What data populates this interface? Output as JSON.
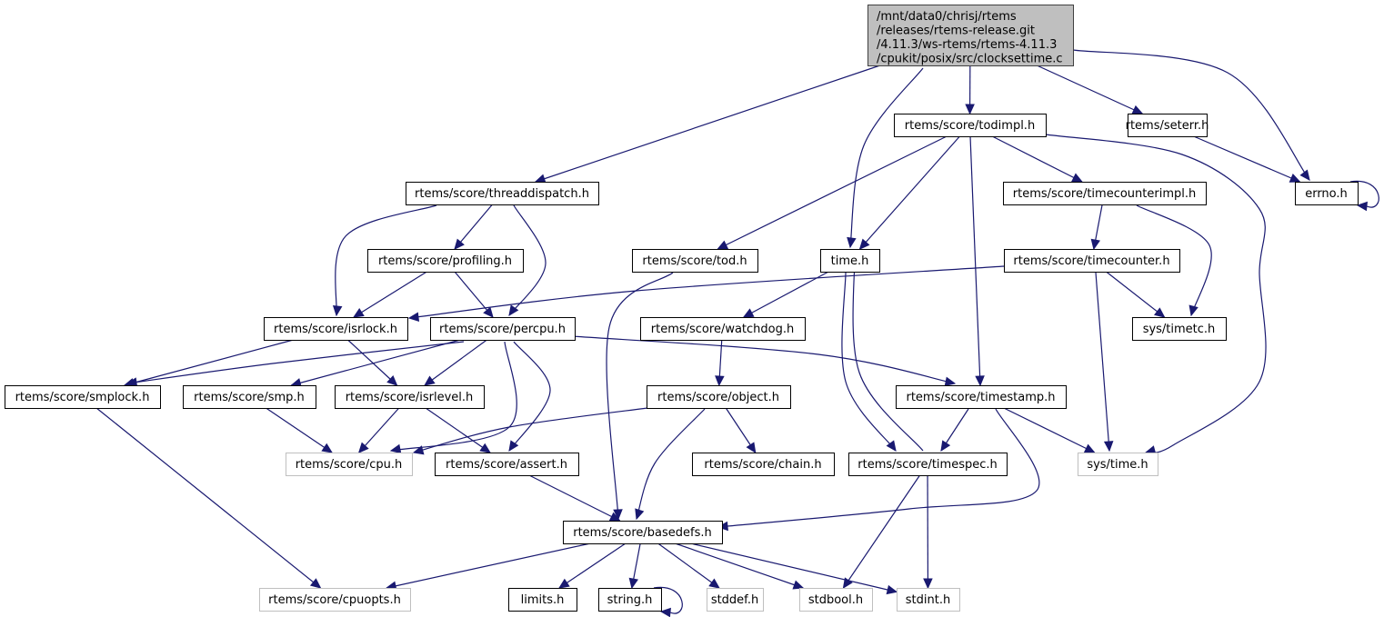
{
  "title": "Include dependency graph for clocksettime.c",
  "colors": {
    "edge": "#191970",
    "root_fill": "#bfbfbf",
    "external_border": "#bfbfbf",
    "node_border": "#000000"
  },
  "nodes": [
    {
      "id": "root",
      "label": [
        "/mnt/data0/chrisj/rtems",
        "/releases/rtems-release.git",
        "/4.11.3/ws-rtems/rtems-4.11.3",
        "/cpukit/posix/src/clocksettime.c"
      ],
      "kind": "root"
    },
    {
      "id": "threaddispatch",
      "label": [
        "rtems/score/threaddispatch.h"
      ],
      "kind": "normal"
    },
    {
      "id": "todimpl",
      "label": [
        "rtems/score/todimpl.h"
      ],
      "kind": "normal"
    },
    {
      "id": "seterr",
      "label": [
        "rtems/seterr.h"
      ],
      "kind": "normal"
    },
    {
      "id": "errno",
      "label": [
        "errno.h"
      ],
      "kind": "normal"
    },
    {
      "id": "timecounterimpl",
      "label": [
        "rtems/score/timecounterimpl.h"
      ],
      "kind": "normal"
    },
    {
      "id": "profiling",
      "label": [
        "rtems/score/profiling.h"
      ],
      "kind": "normal"
    },
    {
      "id": "tod",
      "label": [
        "rtems/score/tod.h"
      ],
      "kind": "normal"
    },
    {
      "id": "time",
      "label": [
        "time.h"
      ],
      "kind": "normal"
    },
    {
      "id": "timecounter",
      "label": [
        "rtems/score/timecounter.h"
      ],
      "kind": "normal"
    },
    {
      "id": "isrlock",
      "label": [
        "rtems/score/isrlock.h"
      ],
      "kind": "normal"
    },
    {
      "id": "percpu",
      "label": [
        "rtems/score/percpu.h"
      ],
      "kind": "normal"
    },
    {
      "id": "watchdog",
      "label": [
        "rtems/score/watchdog.h"
      ],
      "kind": "normal"
    },
    {
      "id": "timetc",
      "label": [
        "sys/timetc.h"
      ],
      "kind": "normal"
    },
    {
      "id": "smplock",
      "label": [
        "rtems/score/smplock.h"
      ],
      "kind": "normal"
    },
    {
      "id": "smp",
      "label": [
        "rtems/score/smp.h"
      ],
      "kind": "normal"
    },
    {
      "id": "isrlevel",
      "label": [
        "rtems/score/isrlevel.h"
      ],
      "kind": "normal"
    },
    {
      "id": "object",
      "label": [
        "rtems/score/object.h"
      ],
      "kind": "normal"
    },
    {
      "id": "timestamp",
      "label": [
        "rtems/score/timestamp.h"
      ],
      "kind": "normal"
    },
    {
      "id": "cpu",
      "label": [
        "rtems/score/cpu.h"
      ],
      "kind": "external"
    },
    {
      "id": "assert",
      "label": [
        "rtems/score/assert.h"
      ],
      "kind": "normal"
    },
    {
      "id": "chain",
      "label": [
        "rtems/score/chain.h"
      ],
      "kind": "normal"
    },
    {
      "id": "timespec",
      "label": [
        "rtems/score/timespec.h"
      ],
      "kind": "normal"
    },
    {
      "id": "systime",
      "label": [
        "sys/time.h"
      ],
      "kind": "external"
    },
    {
      "id": "basedefs",
      "label": [
        "rtems/score/basedefs.h"
      ],
      "kind": "normal"
    },
    {
      "id": "cpuopts",
      "label": [
        "rtems/score/cpuopts.h"
      ],
      "kind": "external"
    },
    {
      "id": "limits",
      "label": [
        "limits.h"
      ],
      "kind": "normal"
    },
    {
      "id": "string",
      "label": [
        "string.h"
      ],
      "kind": "normal"
    },
    {
      "id": "stddef",
      "label": [
        "stddef.h"
      ],
      "kind": "external"
    },
    {
      "id": "stdbool",
      "label": [
        "stdbool.h"
      ],
      "kind": "external"
    },
    {
      "id": "stdint",
      "label": [
        "stdint.h"
      ],
      "kind": "external"
    }
  ],
  "edges": [
    [
      "root",
      "threaddispatch"
    ],
    [
      "root",
      "time"
    ],
    [
      "root",
      "todimpl"
    ],
    [
      "root",
      "seterr"
    ],
    [
      "root",
      "errno"
    ],
    [
      "todimpl",
      "tod"
    ],
    [
      "todimpl",
      "time"
    ],
    [
      "todimpl",
      "timestamp"
    ],
    [
      "todimpl",
      "timecounterimpl"
    ],
    [
      "todimpl",
      "systime"
    ],
    [
      "seterr",
      "errno"
    ],
    [
      "errno",
      "errno"
    ],
    [
      "threaddispatch",
      "isrlock"
    ],
    [
      "threaddispatch",
      "profiling"
    ],
    [
      "threaddispatch",
      "percpu"
    ],
    [
      "timecounterimpl",
      "timecounter"
    ],
    [
      "timecounterimpl",
      "timetc"
    ],
    [
      "profiling",
      "isrlock"
    ],
    [
      "profiling",
      "percpu"
    ],
    [
      "tod",
      "basedefs"
    ],
    [
      "time",
      "watchdog"
    ],
    [
      "time",
      "timespec"
    ],
    [
      "timecounter",
      "isrlock"
    ],
    [
      "timecounter",
      "timetc"
    ],
    [
      "timecounter",
      "systime"
    ],
    [
      "isrlock",
      "smplock"
    ],
    [
      "isrlock",
      "isrlevel"
    ],
    [
      "percpu",
      "smplock"
    ],
    [
      "percpu",
      "smp"
    ],
    [
      "percpu",
      "isrlevel"
    ],
    [
      "percpu",
      "cpu"
    ],
    [
      "percpu",
      "assert"
    ],
    [
      "percpu",
      "timestamp"
    ],
    [
      "watchdog",
      "object"
    ],
    [
      "smplock",
      "cpuopts"
    ],
    [
      "smp",
      "cpu"
    ],
    [
      "isrlevel",
      "cpu"
    ],
    [
      "isrlevel",
      "assert"
    ],
    [
      "object",
      "cpu"
    ],
    [
      "object",
      "basedefs"
    ],
    [
      "object",
      "chain"
    ],
    [
      "timestamp",
      "timespec"
    ],
    [
      "timestamp",
      "systime"
    ],
    [
      "timestamp",
      "basedefs"
    ],
    [
      "timespec",
      "time"
    ],
    [
      "timespec",
      "stdbool"
    ],
    [
      "timespec",
      "stdint"
    ],
    [
      "assert",
      "basedefs"
    ],
    [
      "basedefs",
      "cpuopts"
    ],
    [
      "basedefs",
      "limits"
    ],
    [
      "basedefs",
      "string"
    ],
    [
      "basedefs",
      "stddef"
    ],
    [
      "basedefs",
      "stdbool"
    ],
    [
      "basedefs",
      "stdint"
    ],
    [
      "string",
      "string"
    ]
  ]
}
